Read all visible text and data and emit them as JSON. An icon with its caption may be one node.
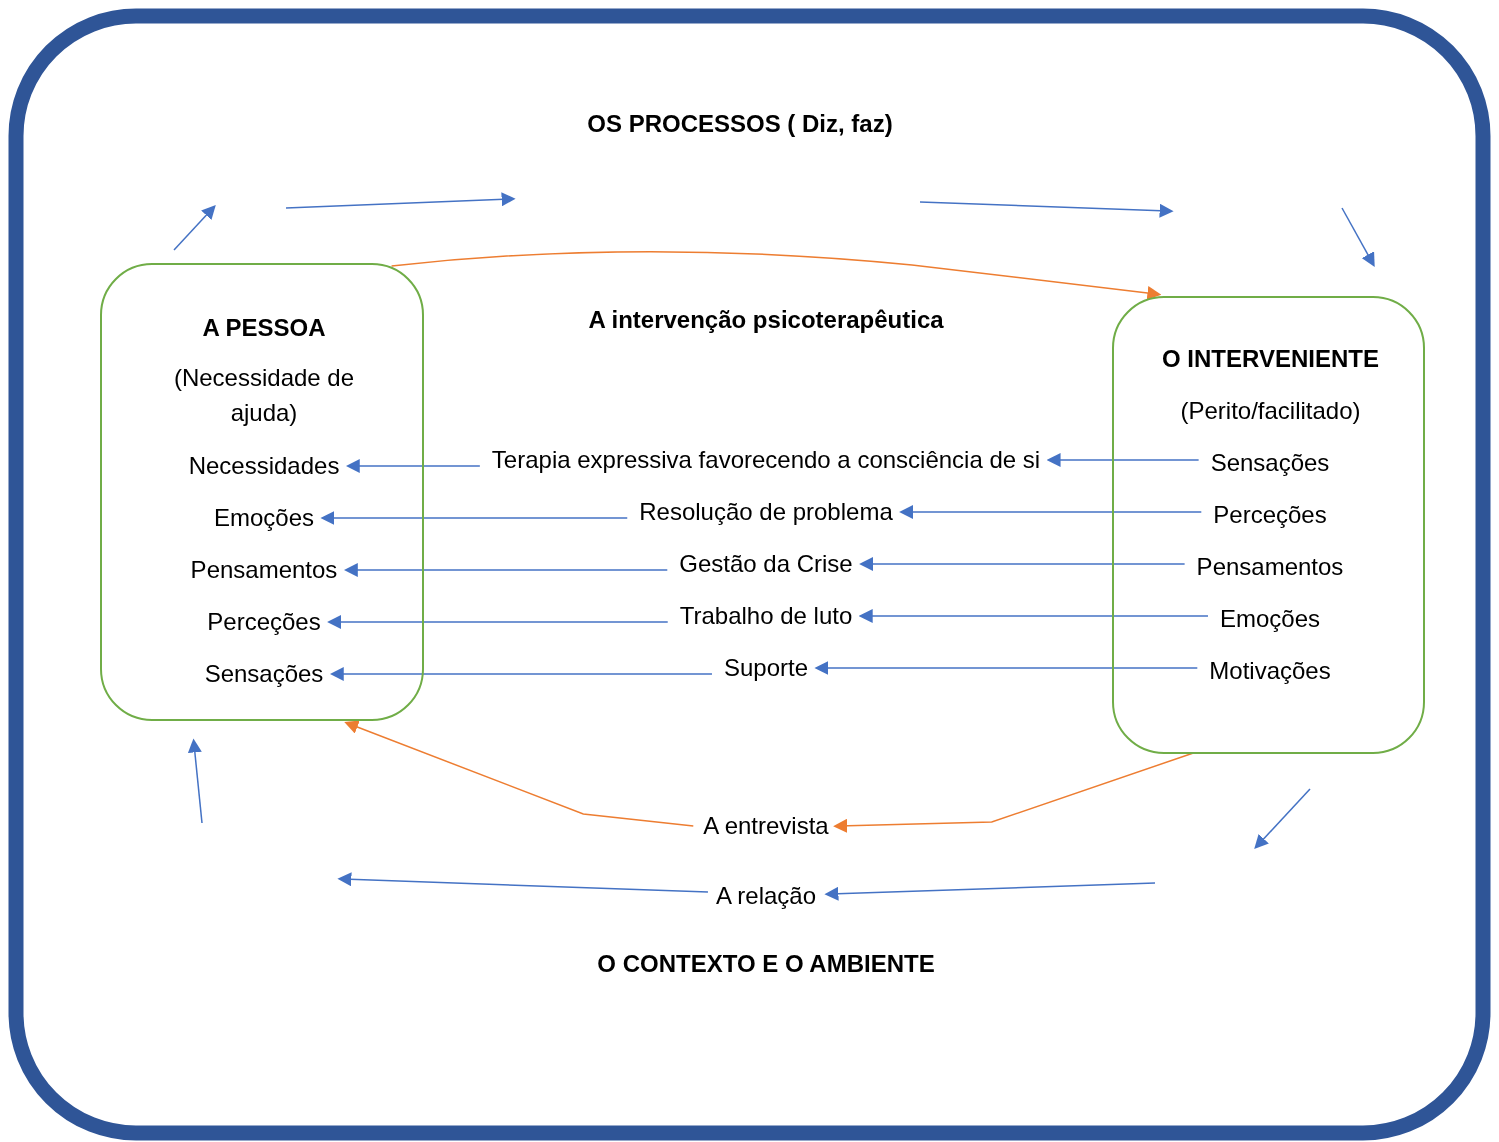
{
  "diagram": {
    "title": "OS PROCESSOS ( Diz, faz)",
    "nodes": [
      {
        "text": [
          "A PESSOA",
          "(Necessidade de ajuda)"
        ]
      },
      {
        "text": [
          "Necessidades"
        ],
        "in": 0
      },
      {
        "text": [
          "Emoções"
        ],
        "in": 0
      },
      {
        "text": [
          "Pensamentos"
        ],
        "in": 0
      },
      {
        "text": [
          "Perceções"
        ],
        "in": 0
      },
      {
        "text": [
          "Sensações"
        ],
        "in": 0
      },
      {
        "text": [
          "O INTERVENIENTE",
          "(Perito/facilitado)"
        ]
      },
      {
        "text": [
          "Sensações"
        ],
        "in": 6
      },
      {
        "text": [
          "Perceções"
        ],
        "in": 6
      },
      {
        "text": [
          "Pensamentos"
        ],
        "in": 6
      },
      {
        "text": [
          "Emoções"
        ],
        "in": 6
      },
      {
        "text": [
          "Motivações"
        ],
        "in": 6
      },
      {
        "text": [
          "Terapia expressiva favorecendo a consciência de si"
        ]
      },
      {
        "text": [
          "Resolução de problema"
        ]
      },
      {
        "text": [
          "Gestão da Crise"
        ]
      },
      {
        "text": [
          "Trabalho de luto"
        ]
      },
      {
        "text": [
          "Suporte"
        ]
      },
      {
        "text": [
          "A entrevista"
        ]
      },
      {
        "text": [
          "A relação"
        ]
      }
    ],
    "edges": [
      {
        "from": 0,
        "to": 6,
        "arrow": "to",
        "color": "#ed7d31"
      },
      {
        "from": 7,
        "to": 12,
        "arrow": "to"
      },
      {
        "from": 8,
        "to": 13,
        "arrow": "to"
      },
      {
        "from": 9,
        "to": 14,
        "arrow": "to"
      },
      {
        "from": 10,
        "to": 15,
        "arrow": "to"
      },
      {
        "from": 11,
        "to": 16,
        "arrow": "to"
      },
      {
        "from": 12,
        "to": 1,
        "arrow": "to"
      },
      {
        "from": 13,
        "to": 2,
        "arrow": "to"
      },
      {
        "from": 14,
        "to": 3,
        "arrow": "to"
      },
      {
        "from": 15,
        "to": 4,
        "arrow": "to"
      },
      {
        "from": 16,
        "to": 5,
        "arrow": "to"
      },
      {
        "from": 6,
        "to": 17,
        "arrow": "to",
        "color": "#ed7d31"
      },
      {
        "from": 17,
        "to": 0,
        "arrow": "to",
        "color": "#ed7d31"
      },
      {
        "from": null,
        "to": 18,
        "arrow": "to"
      },
      {
        "from": 18,
        "to": null,
        "arrow": "to"
      }
    ],
    "labels": [
      "A intervenção psicoterapêutica",
      "O CONTEXTO E O AMBIENTE"
    ]
  }
}
